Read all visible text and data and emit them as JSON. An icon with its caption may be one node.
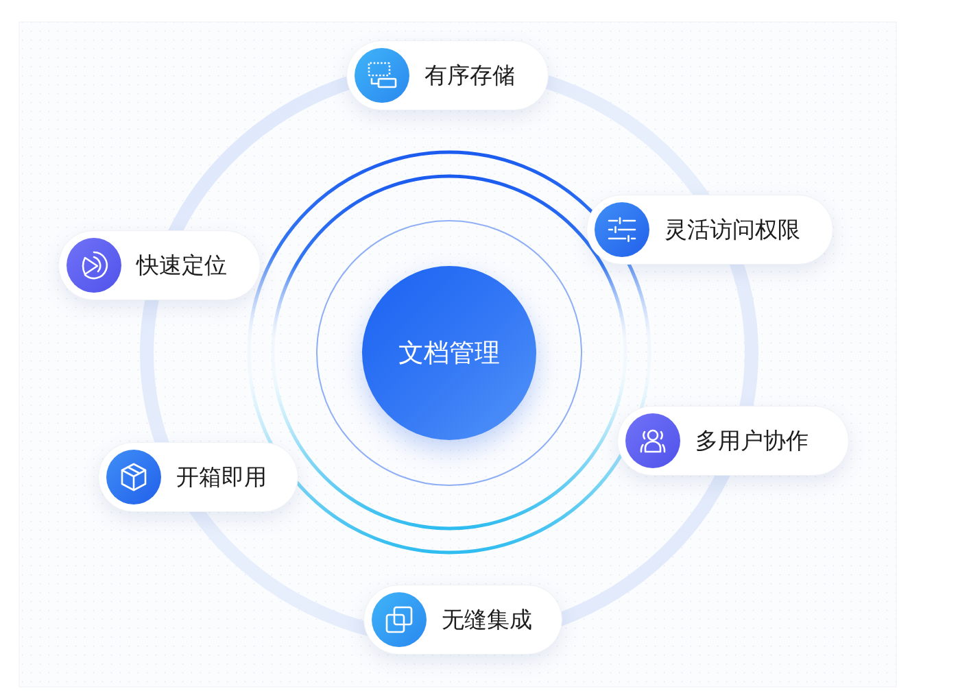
{
  "diagram": {
    "nodes": [
      {
        "text": [
          "文档管理"
        ]
      },
      {
        "text": [
          "有序存储"
        ]
      },
      {
        "text": [
          "灵活访问权限"
        ]
      },
      {
        "text": [
          "多用户协作"
        ]
      },
      {
        "text": [
          "无缝集成"
        ]
      },
      {
        "text": [
          "开箱即用"
        ]
      },
      {
        "text": [
          "快速定位"
        ]
      }
    ]
  }
}
